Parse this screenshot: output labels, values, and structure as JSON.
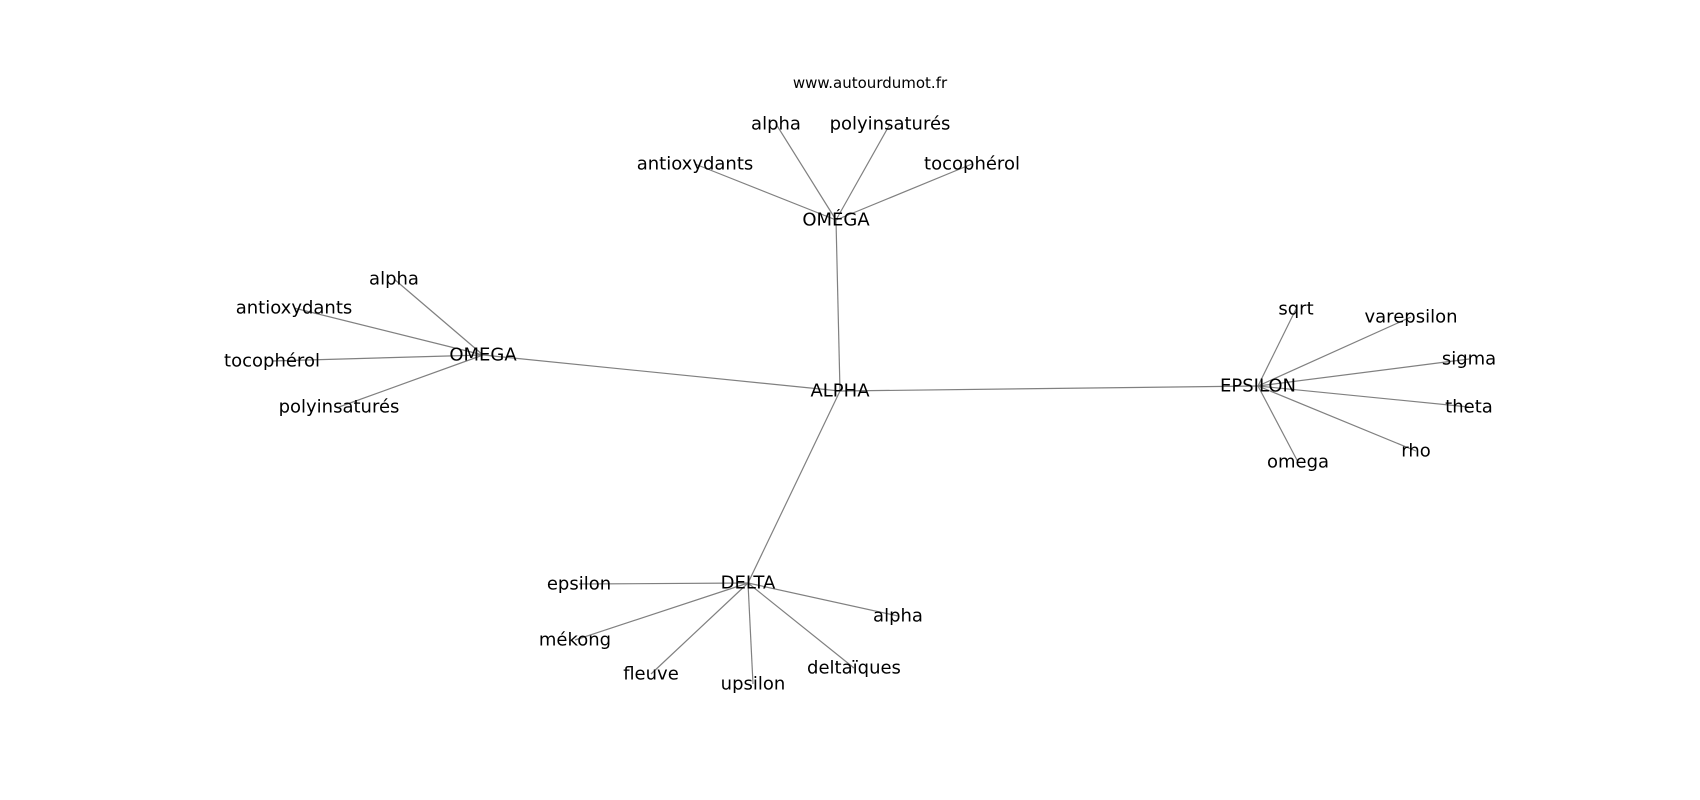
{
  "source": "www.autourdumot.fr",
  "nodes": [
    {
      "id": "alpha-center",
      "label": "ALPHA"
    },
    {
      "id": "omega-accent",
      "label": "OMÉGA"
    },
    {
      "id": "omega-accent-alpha",
      "label": "alpha"
    },
    {
      "id": "omega-accent-polyinsatures",
      "label": "polyinsaturés"
    },
    {
      "id": "omega-accent-antioxydants",
      "label": "antioxydants"
    },
    {
      "id": "omega-accent-tocopherol",
      "label": "tocophérol"
    },
    {
      "id": "omega",
      "label": "OMEGA"
    },
    {
      "id": "omega-alpha",
      "label": "alpha"
    },
    {
      "id": "omega-antioxydants",
      "label": "antioxydants"
    },
    {
      "id": "omega-tocopherol",
      "label": "tocophérol"
    },
    {
      "id": "omega-polyinsatures",
      "label": "polyinsaturés"
    },
    {
      "id": "epsilon",
      "label": "EPSILON"
    },
    {
      "id": "epsilon-sqrt",
      "label": "sqrt"
    },
    {
      "id": "epsilon-varepsilon",
      "label": "varepsilon"
    },
    {
      "id": "epsilon-sigma",
      "label": "sigma"
    },
    {
      "id": "epsilon-theta",
      "label": "theta"
    },
    {
      "id": "epsilon-rho",
      "label": "rho"
    },
    {
      "id": "epsilon-omega",
      "label": "omega"
    },
    {
      "id": "delta",
      "label": "DELTA"
    },
    {
      "id": "delta-epsilon",
      "label": "epsilon"
    },
    {
      "id": "delta-mekong",
      "label": "mékong"
    },
    {
      "id": "delta-fleuve",
      "label": "fleuve"
    },
    {
      "id": "delta-upsilon",
      "label": "upsilon"
    },
    {
      "id": "delta-deltaiques",
      "label": "deltaïques"
    },
    {
      "id": "delta-alpha",
      "label": "alpha"
    }
  ],
  "edges": [
    [
      "alpha-center",
      "omega-accent"
    ],
    [
      "alpha-center",
      "omega"
    ],
    [
      "alpha-center",
      "epsilon"
    ],
    [
      "alpha-center",
      "delta"
    ],
    [
      "omega-accent",
      "omega-accent-alpha"
    ],
    [
      "omega-accent",
      "omega-accent-polyinsatures"
    ],
    [
      "omega-accent",
      "omega-accent-antioxydants"
    ],
    [
      "omega-accent",
      "omega-accent-tocopherol"
    ],
    [
      "omega",
      "omega-alpha"
    ],
    [
      "omega",
      "omega-antioxydants"
    ],
    [
      "omega",
      "omega-tocopherol"
    ],
    [
      "omega",
      "omega-polyinsatures"
    ],
    [
      "epsilon",
      "epsilon-sqrt"
    ],
    [
      "epsilon",
      "epsilon-varepsilon"
    ],
    [
      "epsilon",
      "epsilon-sigma"
    ],
    [
      "epsilon",
      "epsilon-theta"
    ],
    [
      "epsilon",
      "epsilon-rho"
    ],
    [
      "epsilon",
      "epsilon-omega"
    ],
    [
      "delta",
      "delta-epsilon"
    ],
    [
      "delta",
      "delta-mekong"
    ],
    [
      "delta",
      "delta-fleuve"
    ],
    [
      "delta",
      "delta-upsilon"
    ],
    [
      "delta",
      "delta-deltaiques"
    ],
    [
      "delta",
      "delta-alpha"
    ]
  ],
  "colors": {
    "edge": "#808080",
    "text": "#000000",
    "background": "#ffffff"
  }
}
